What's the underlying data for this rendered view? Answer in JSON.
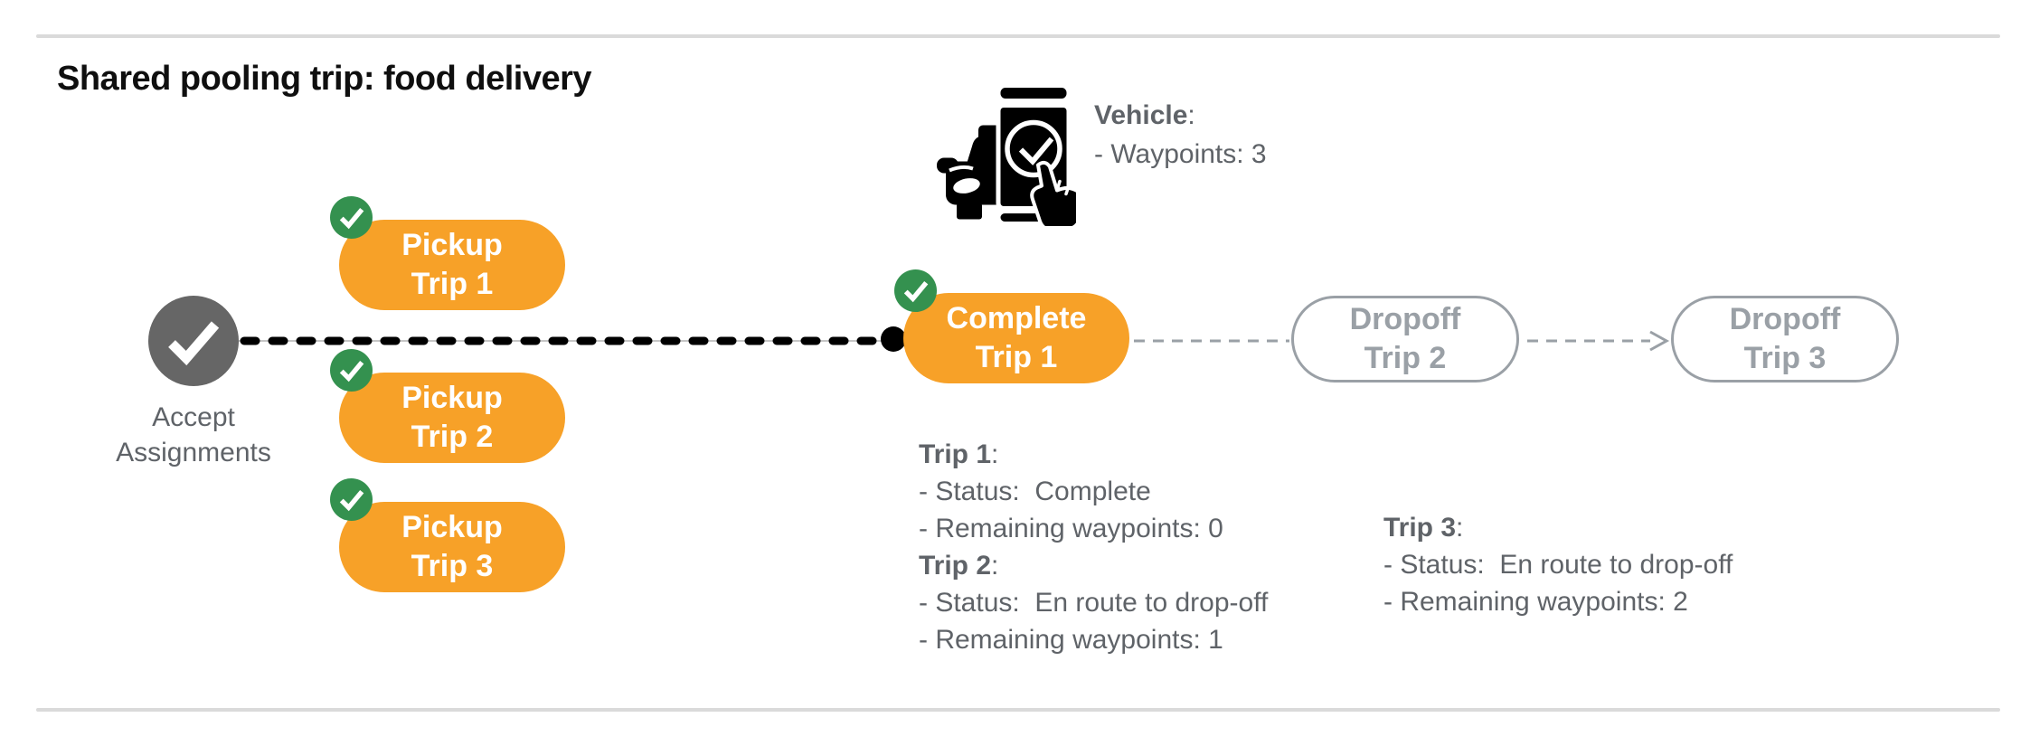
{
  "title": "Shared pooling trip: food delivery",
  "vehicle_info": {
    "label_bold": "Vehicle",
    "label_suffix": ":",
    "waypoints_line": "- Waypoints: 3",
    "icon": "car-phone-check-icon"
  },
  "flow": {
    "accept": {
      "line1": "Accept",
      "line2": "Assignments",
      "icon": "check-circle-icon"
    },
    "pickup_trip_1": {
      "line1": "Pickup",
      "line2": "Trip 1",
      "badge": "check-badge-icon"
    },
    "pickup_trip_2": {
      "line1": "Pickup",
      "line2": "Trip 2",
      "badge": "check-badge-icon"
    },
    "pickup_trip_3": {
      "line1": "Pickup",
      "line2": "Trip 3",
      "badge": "check-badge-icon"
    },
    "complete_trip_1": {
      "line1": "Complete",
      "line2": "Trip 1",
      "badge": "check-badge-icon"
    },
    "dropoff_trip_2": {
      "line1": "Dropoff",
      "line2": "Trip 2"
    },
    "dropoff_trip_3": {
      "line1": "Dropoff",
      "line2": "Trip 3"
    }
  },
  "status": {
    "trip1": {
      "title": "Trip 1",
      "suffix": ":",
      "status_line": "- Status:  Complete",
      "waypoints_line": "- Remaining waypoints: 0"
    },
    "trip2": {
      "title": "Trip 2",
      "suffix": ":",
      "status_line": "- Status:  En route to drop-off",
      "waypoints_line": "- Remaining waypoints: 1"
    },
    "trip3": {
      "title": "Trip 3",
      "suffix": ":",
      "status_line": "- Status:  En route to drop-off",
      "waypoints_line": "- Remaining waypoints: 2"
    }
  },
  "colors": {
    "pill_orange": "#F7A128",
    "badge_green": "#34914F",
    "node_gray": "#666666",
    "text_gray": "#5F6368",
    "muted_gray": "#9AA0A6",
    "divider_gray": "#DADADA",
    "line_black": "#000000"
  }
}
